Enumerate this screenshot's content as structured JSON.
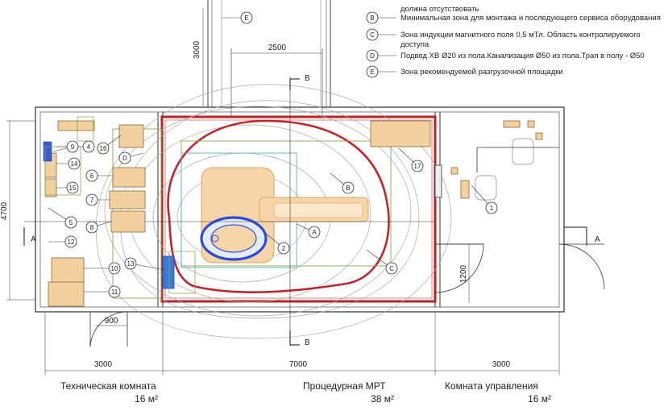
{
  "legend": {
    "items": [
      {
        "key": "B",
        "text": "Минимальная зона для монтажа и последующего сервиса оборудования"
      },
      {
        "key": "C",
        "text": "Зона индукции магнитного поля 0,5 мТл. Область контролируемого"
      },
      {
        "key": "",
        "text": "доступа"
      },
      {
        "key": "D",
        "text": "Подвод ХВ Ø20 из пола.Канализация Ø50 из пола.Трап в полу - Ø50"
      },
      {
        "key": "E",
        "text": "Зона рекомендуемой разгрузочной площадки"
      }
    ],
    "top_text": "должна отсутствовать"
  },
  "dimensions": {
    "d3000_vertical": "3000",
    "d2500": "2500",
    "d4700": "4700",
    "d1200": "1200",
    "d900": "900",
    "d3000_left": "3000",
    "d7000": "7000",
    "d3000_right": "3000"
  },
  "section_labels": {
    "a_left": "A",
    "a_right": "A",
    "b_top": "B",
    "b_bottom": "B"
  },
  "rooms": [
    {
      "name": "Техническая комната",
      "area": "16 м²"
    },
    {
      "name": "Процедурная МРТ",
      "area": "38 м²"
    },
    {
      "name": "Комната управления",
      "area": "16 м²"
    }
  ],
  "markers": {
    "m1": "1",
    "m2": "2",
    "m4": "4",
    "m5": "5",
    "m6": "6",
    "m7": "7",
    "m8": "8",
    "m9": "9",
    "m10": "10",
    "m11": "11",
    "m12": "12",
    "m13": "13",
    "m14": "14",
    "m15": "15",
    "m16": "16",
    "m17": "17",
    "mA": "A",
    "mB": "B",
    "mC": "C",
    "mD": "D",
    "mE": "E"
  }
}
